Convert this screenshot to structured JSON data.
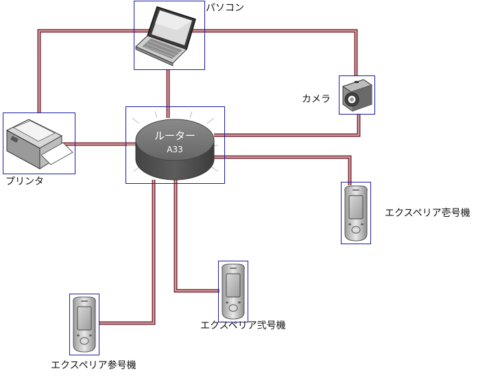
{
  "router": {
    "name": "ルーター",
    "model": "A33"
  },
  "devices": {
    "pc": {
      "label": "パソコン",
      "icon": "laptop-icon"
    },
    "camera": {
      "label": "カメラ",
      "icon": "camera-icon"
    },
    "printer": {
      "label": "プリンタ",
      "icon": "printer-icon"
    },
    "xperia1": {
      "label": "エクスペリア壱号機",
      "icon": "smartphone-icon"
    },
    "xperia2": {
      "label": "エクスペリア弐号機",
      "icon": "smartphone-icon"
    },
    "xperia3": {
      "label": "エクスペリア参号機",
      "icon": "smartphone-icon"
    }
  },
  "colors": {
    "selection_box": "#1a1aa6",
    "cable_outer": "#7a2f3a",
    "cable_inner": "#e07a7a",
    "router_fill": "#6f6f6f"
  }
}
